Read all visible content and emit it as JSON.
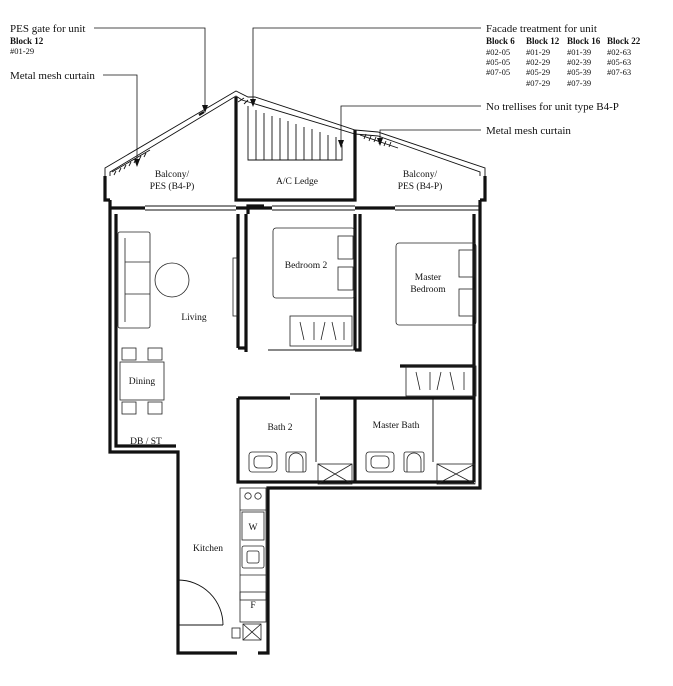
{
  "annotations": {
    "pes_gate": "PES gate for unit",
    "pes_gate_block": "Block 12",
    "pes_gate_unit": "#01-29",
    "metal_mesh_left": "Metal mesh curtain",
    "facade": "Facade treatment for unit",
    "no_trellises": "No trellises for unit type B4-P",
    "metal_mesh_right": "Metal mesh curtain"
  },
  "facade_table": [
    {
      "block": "Block 6",
      "units": [
        "#02-05",
        "#05-05",
        "#07-05"
      ]
    },
    {
      "block": "Block 12",
      "units": [
        "#01-29",
        "#02-29",
        "#05-29",
        "#07-29"
      ]
    },
    {
      "block": "Block 16",
      "units": [
        "#01-39",
        "#02-39",
        "#05-39",
        "#07-39"
      ]
    },
    {
      "block": "Block 22",
      "units": [
        "#02-63",
        "#05-63",
        "#07-63"
      ]
    }
  ],
  "rooms": {
    "balcony_left_1": "Balcony/",
    "balcony_left_2": "PES (B4-P)",
    "ac_ledge": "A/C Ledge",
    "balcony_right_1": "Balcony/",
    "balcony_right_2": "PES (B4-P)",
    "bedroom2": "Bedroom 2",
    "master_1": "Master",
    "master_2": "Bedroom",
    "living": "Living",
    "dining": "Dining",
    "db_st": "DB / ST",
    "bath2": "Bath 2",
    "master_bath": "Master Bath",
    "kitchen": "Kitchen",
    "washer": "W",
    "fridge": "F"
  }
}
